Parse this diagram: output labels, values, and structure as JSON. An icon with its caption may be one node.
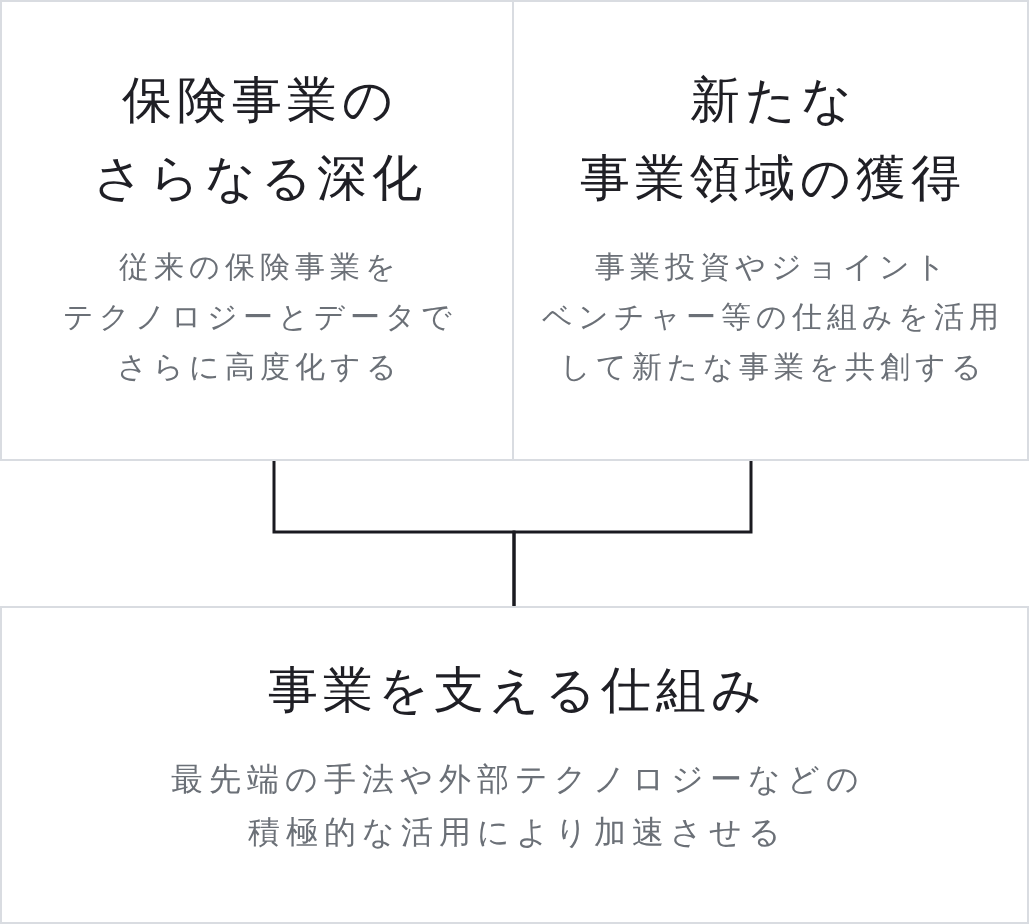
{
  "diagram": {
    "nodes": [
      {
        "text": [
          "保険事業のさらなる深化",
          "従来の保険事業をテクノロジーとデータでさらに高度化する"
        ]
      },
      {
        "text": [
          "新たな事業領域の獲得",
          "事業投資やジョイントベンチャー等の仕組みを活用して新たな事業を共創する"
        ]
      },
      {
        "text": [
          "事業を支える仕組み",
          "最先端の手法や外部テクノロジーなどの積極的な活用により加速させる"
        ]
      }
    ],
    "edges": [
      {
        "from": 0,
        "to": 2,
        "arrow": "none"
      },
      {
        "from": 1,
        "to": 2,
        "arrow": "none"
      }
    ]
  }
}
